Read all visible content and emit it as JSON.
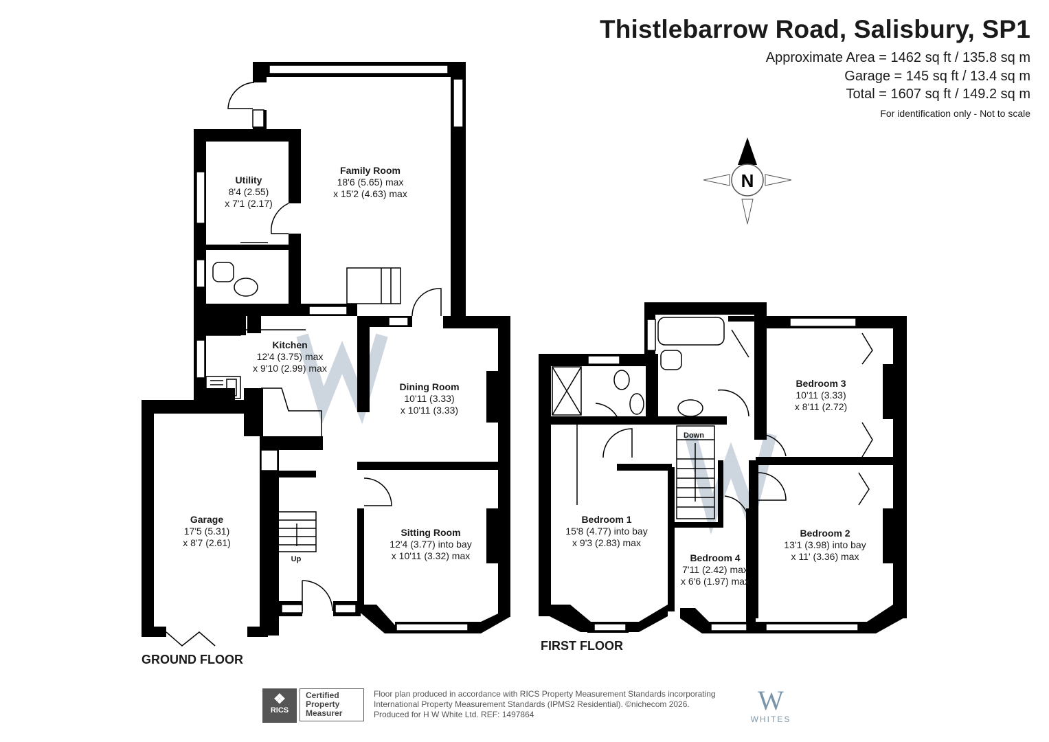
{
  "header": {
    "title": "Thistlebarrow Road, Salisbury, SP1",
    "area_approx": "Approximate Area = 1462 sq ft / 135.8 sq m",
    "area_garage": "Garage = 145 sq ft / 13.4 sq m",
    "area_total": "Total = 1607 sq ft / 149.2 sq m",
    "note": "For identification only - Not to scale"
  },
  "compass": {
    "label": "N"
  },
  "floors": {
    "ground": "GROUND FLOOR",
    "first": "FIRST FLOOR"
  },
  "rooms": {
    "family": {
      "name": "Family Room",
      "l1": "18'6 (5.65) max",
      "l2": "x 15'2 (4.63) max"
    },
    "utility": {
      "name": "Utility",
      "l1": "8'4 (2.55)",
      "l2": "x 7'1 (2.17)"
    },
    "kitchen": {
      "name": "Kitchen",
      "l1": "12'4 (3.75) max",
      "l2": "x 9'10 (2.99) max"
    },
    "dining": {
      "name": "Dining Room",
      "l1": "10'11 (3.33)",
      "l2": "x 10'11 (3.33)"
    },
    "sitting": {
      "name": "Sitting Room",
      "l1": "12'4 (3.77) into bay",
      "l2": "x 10'11 (3.32) max"
    },
    "garage": {
      "name": "Garage",
      "l1": "17'5 (5.31)",
      "l2": "x 8'7 (2.61)"
    },
    "bed1": {
      "name": "Bedroom 1",
      "l1": "15'8 (4.77) into bay",
      "l2": "x 9'3 (2.83) max"
    },
    "bed2": {
      "name": "Bedroom 2",
      "l1": "13'1 (3.98) into bay",
      "l2": "x 11' (3.36) max"
    },
    "bed3": {
      "name": "Bedroom 3",
      "l1": "10'11 (3.33)",
      "l2": "x 8'11 (2.72)"
    },
    "bed4": {
      "name": "Bedroom 4",
      "l1": "7'11 (2.42) max",
      "l2": "x 6'6 (1.97) max"
    }
  },
  "stairs": {
    "up": "Up",
    "down": "Down"
  },
  "footer": {
    "line1": "Floor plan produced in accordance with RICS Property Measurement Standards incorporating",
    "line2": "International Property Measurement Standards (IPMS2 Residential).  ©nichecom 2026.",
    "line3": "Produced for H W White Ltd.   REF:  1497864",
    "rics": "RICS",
    "cert1": "Certified",
    "cert2": "Property",
    "cert3": "Measurer",
    "brand_mark": "W",
    "brand": "WHITES"
  },
  "colors": {
    "wall": "#000000",
    "watermark": "#c8d2db",
    "window": "#ffffff"
  }
}
